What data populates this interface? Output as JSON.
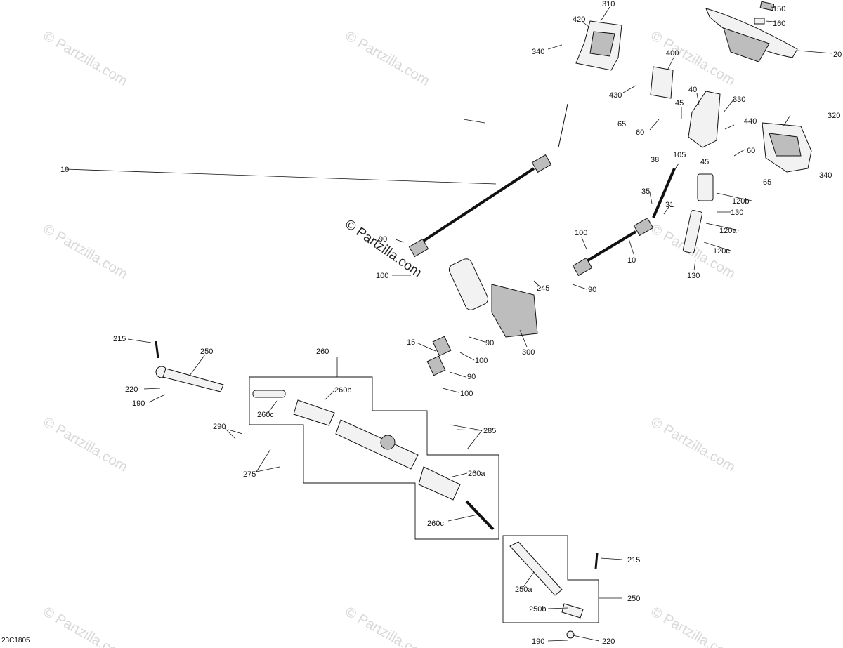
{
  "figure_id": "23C1805",
  "watermark": "© Partzilla.com",
  "callouts": [
    "310",
    "420",
    "340",
    "150",
    "160",
    "20",
    "400",
    "430",
    "40",
    "330",
    "45",
    "65",
    "60",
    "105",
    "440",
    "320",
    "60",
    "45",
    "340",
    "65",
    "38",
    "35",
    "31",
    "120b",
    "130",
    "120a",
    "120c",
    "130",
    "100",
    "10",
    "10",
    "90",
    "100",
    "245",
    "90",
    "300",
    "15",
    "90",
    "100",
    "90",
    "100",
    "215",
    "250",
    "260",
    "220",
    "190",
    "260b",
    "260c",
    "290",
    "285",
    "275",
    "260a",
    "260c",
    "215",
    "250",
    "250a",
    "250b",
    "190",
    "220"
  ]
}
